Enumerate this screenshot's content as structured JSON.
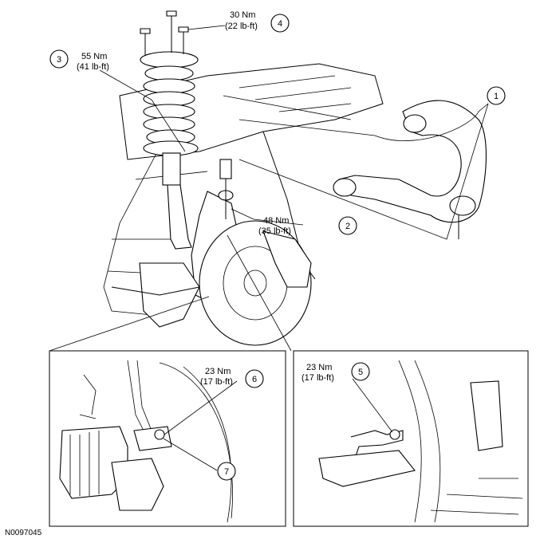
{
  "figure_id": "N0097045",
  "callouts": [
    {
      "num": "1"
    },
    {
      "num": "2",
      "torque": [
        "48 Nm",
        "(35 lb-ft)"
      ]
    },
    {
      "num": "3",
      "torque": [
        "55 Nm",
        "(41 lb-ft)"
      ]
    },
    {
      "num": "4",
      "torque": [
        "30 Nm",
        "(22 lb-ft)"
      ]
    },
    {
      "num": "5",
      "torque": [
        "23 Nm",
        "(17 lb-ft)"
      ]
    },
    {
      "num": "6",
      "torque": [
        "23 Nm",
        "(17 lb-ft)"
      ]
    },
    {
      "num": "7"
    }
  ]
}
